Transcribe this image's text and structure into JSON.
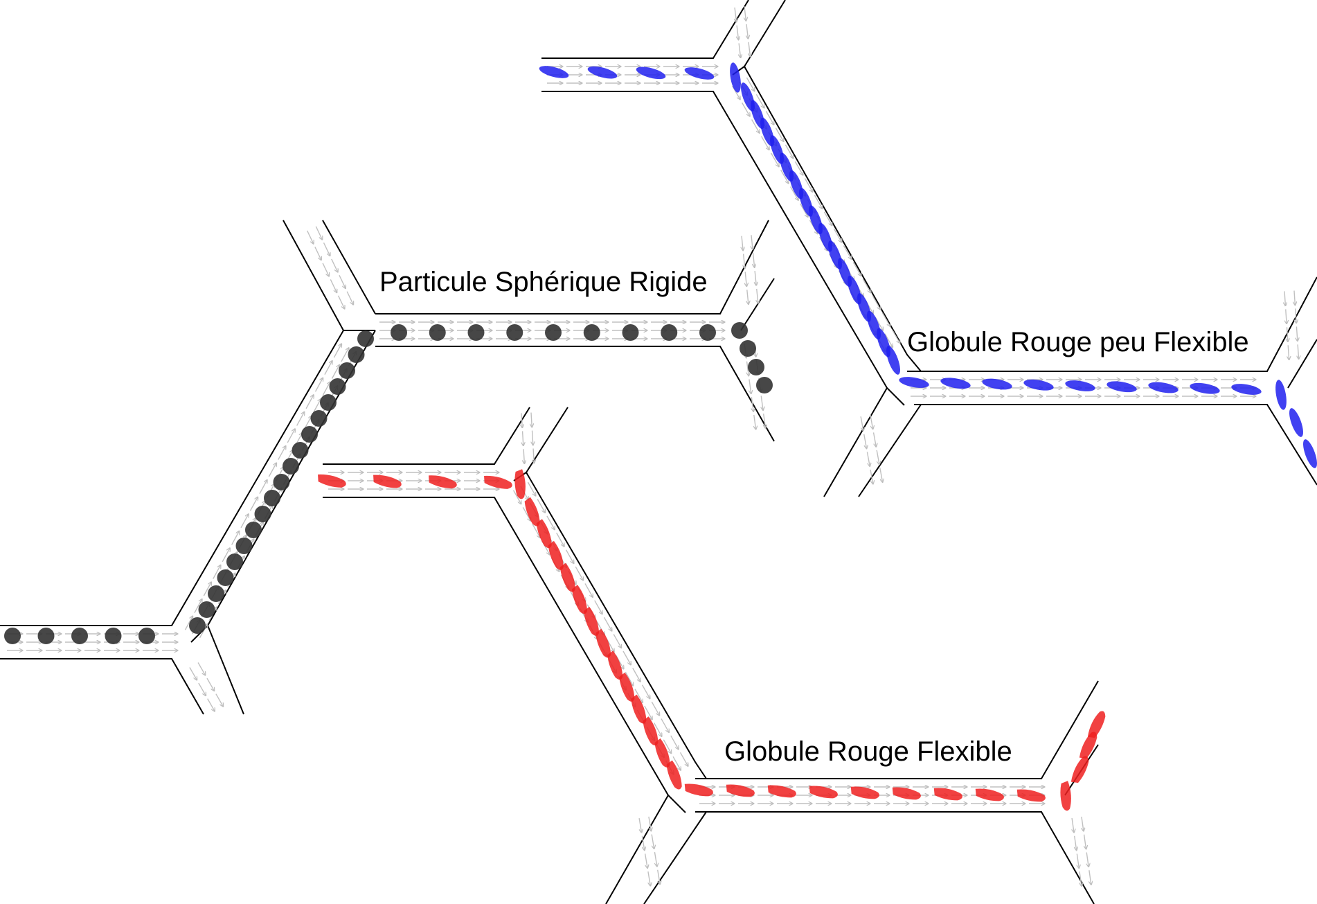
{
  "panels": [
    {
      "id": "rigid",
      "label": "Particule Sphérique Rigide",
      "color": "#333333",
      "particle_shape": "circle"
    },
    {
      "id": "stiff-rbc",
      "label": "Globule Rouge peu Flexible",
      "color": "#2020ee",
      "particle_shape": "elongated-cell"
    },
    {
      "id": "flexible-rbc",
      "label": "Globule Rouge Flexible",
      "color": "#ee2020",
      "particle_shape": "teardrop-cell"
    }
  ],
  "flow_arrow_color": "#bdbdbd"
}
